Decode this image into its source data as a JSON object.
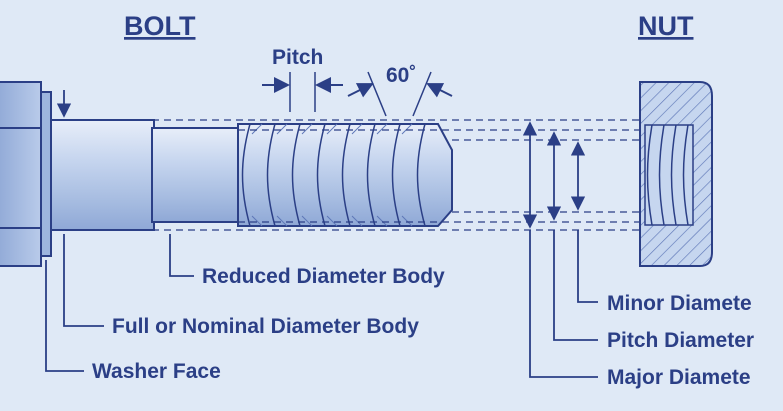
{
  "headings": {
    "bolt": "BOLT",
    "nut": "NUT"
  },
  "dimensions": {
    "pitch": "Pitch",
    "angle": "60˚"
  },
  "callouts": {
    "reduced_body": "Reduced Diameter Body",
    "full_body": "Full or Nominal Diameter Body",
    "washer_face": "Washer Face",
    "minor_diameter": "Minor Diamete",
    "pitch_diameter": "Pitch Diameter",
    "major_diameter": "Major Diamete"
  },
  "colors": {
    "background": "#dfe9f6",
    "ink": "#2b3f86",
    "metal_light": "#c6d6ef",
    "metal_mid": "#9db5de",
    "metal_dark": "#5f78b8"
  }
}
